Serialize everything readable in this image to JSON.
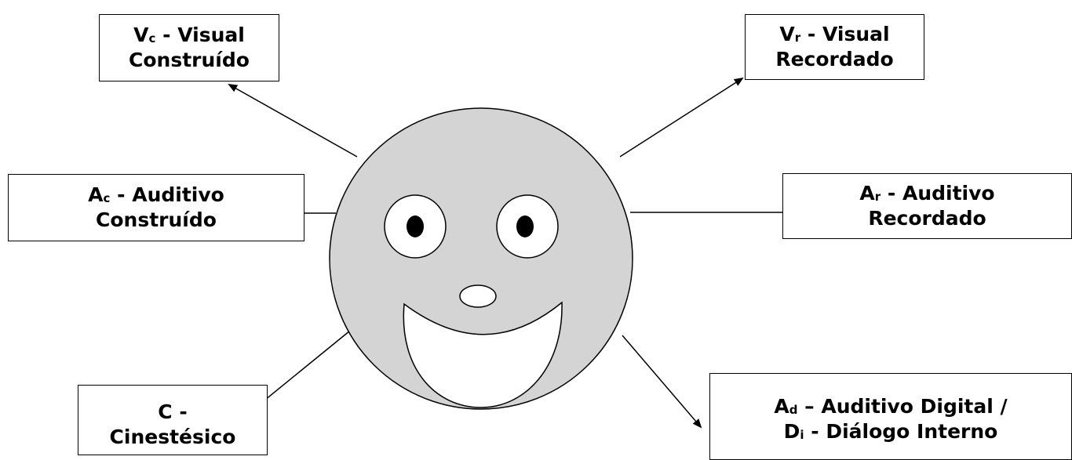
{
  "colors": {
    "face_fill": "#d4d4d4",
    "outline": "#000000",
    "background": "#ffffff"
  },
  "labels": {
    "vc": {
      "letter": "V",
      "sub": "c",
      "rest": " - Visual",
      "line2": "Construído"
    },
    "vr": {
      "letter": "V",
      "sub": "r",
      "rest": " - Visual",
      "line2": "Recordado"
    },
    "ac": {
      "letter": "A",
      "sub": "c",
      "rest": " - Auditivo",
      "line2": "Construído"
    },
    "ar": {
      "letter": "A",
      "sub": "r",
      "rest": " - Auditivo",
      "line2": "Recordado"
    },
    "c": {
      "line1": "C -",
      "line2": "Cinestésico"
    },
    "ad": {
      "letter": "A",
      "sub": "d",
      "rest": " – Auditivo Digital /",
      "letter2": "D",
      "sub2": "i",
      "rest2": " - Diálogo Interno"
    }
  },
  "icons": {
    "face": "smiley-face-icon"
  }
}
